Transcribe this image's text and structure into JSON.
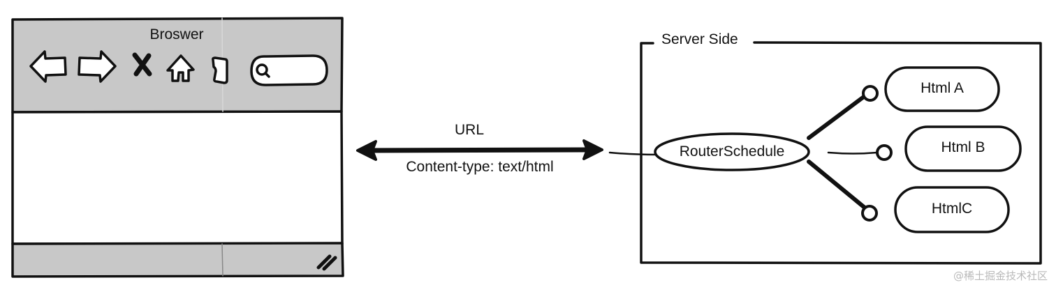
{
  "browser": {
    "title": "Broswer",
    "toolbar_icons": [
      "back-arrow-icon",
      "forward-arrow-icon",
      "close-x-icon",
      "home-icon",
      "bookmark-icon",
      "search-icon"
    ],
    "chrome_color": "#c8c8c8"
  },
  "connection": {
    "top_label": "URL",
    "bottom_label": "Content-type: text/html"
  },
  "server": {
    "title": "Server Side",
    "router_label": "RouterSchedule",
    "pages": [
      {
        "label": "Html A"
      },
      {
        "label": "Html B"
      },
      {
        "label": "HtmlC"
      }
    ]
  },
  "watermark": "@稀土掘金技术社区"
}
